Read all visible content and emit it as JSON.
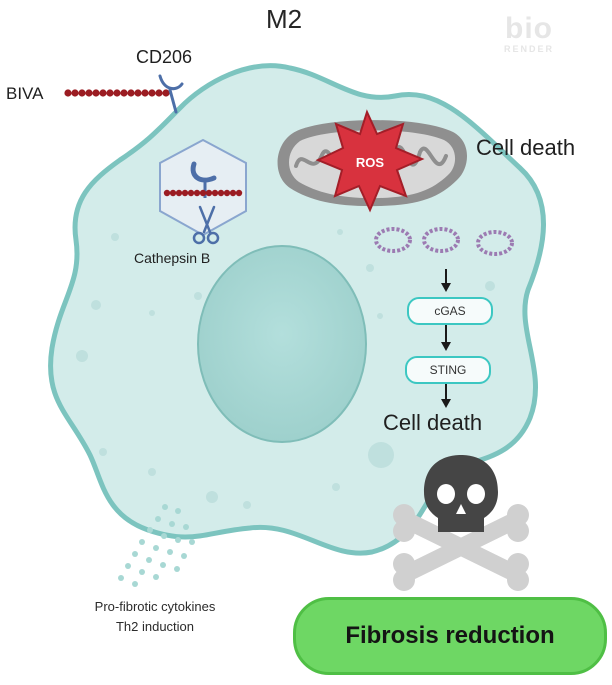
{
  "diagram": {
    "title": "M2",
    "watermark": {
      "word": "bio",
      "sub": "RENDER"
    },
    "labels": {
      "biva": "BIVA",
      "receptor": "CD206",
      "cell_death_top": "Cell death",
      "ros": "ROS",
      "enzyme": "Cathepsin B",
      "cgas": "cGAS",
      "sting": "STING",
      "cell_death_mid": "Cell death",
      "cytokines_line1": "Pro-fibrotic cytokines",
      "cytokines_line2": "Th2 induction",
      "outcome": "Fibrosis reduction"
    },
    "colors": {
      "cell_fill": "#d3ecea",
      "cell_border": "#7cc4bf",
      "nucleus": "#a9d9d6",
      "mito_outer": "#8f8f8f",
      "mito_inner": "#d8d8d8",
      "ros_burst": "#d8323e",
      "biva_beads": "#9b1c22",
      "dna_loops": "#9c7bb2",
      "pill_border": "#3cc7c2",
      "outcome_fill": "#6ed764",
      "skull": "#454545"
    },
    "icons": [
      "mitochondrion-icon",
      "ros-burst-icon",
      "endosome-icon",
      "scissors-icon",
      "dna-fragment-icon",
      "skull-crossbones-icon",
      "arrow-down-icon"
    ]
  }
}
